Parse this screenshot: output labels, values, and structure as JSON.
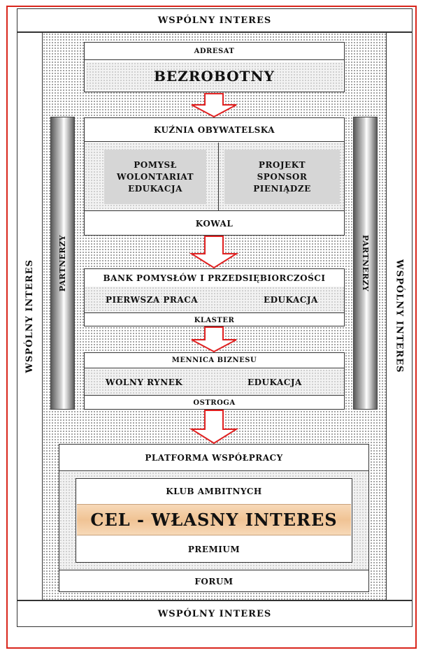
{
  "frame": {
    "top": "WSPÓLNY INTERES",
    "bottom": "WSPÓLNY INTERES",
    "left": "WSPÓLNY INTERES",
    "right": "WSPÓLNY INTERES"
  },
  "partners": {
    "left": "PARTNERZY",
    "right": "PARTNERZY"
  },
  "adresat": {
    "header": "ADRESAT",
    "main": "BEZROBOTNY"
  },
  "kuznia": {
    "header": "KUŹNIA  OBYWATELSKA",
    "left_lines": [
      "POMYSŁ",
      "WOLONTARIAT",
      "EDUKACJA"
    ],
    "right_lines": [
      "PROJEKT",
      "SPONSOR",
      "PIENIĄDZE"
    ],
    "footer": "KOWAL"
  },
  "bank": {
    "header": "BANK  POMYSŁÓW  I  PRZEDSIĘBIORCZOŚCI",
    "left": "PIERWSZA PRACA",
    "right": "EDUKACJA",
    "footer": "KLASTER"
  },
  "mennica": {
    "header": "MENNICA BIZNESU",
    "left": "WOLNY RYNEK",
    "right": "EDUKACJA",
    "footer": "OSTROGA"
  },
  "platforma": {
    "header": "PLATFORMA  WSPÓŁPRACY",
    "club": "KLUB AMBITNYCH",
    "goal": "CEL - WŁASNY  INTERES",
    "premium": "PREMIUM",
    "footer": "FORUM"
  },
  "colors": {
    "frame_border": "#d9261c",
    "arrow_stroke": "#e02020",
    "goal_fill": "#f0c394"
  }
}
